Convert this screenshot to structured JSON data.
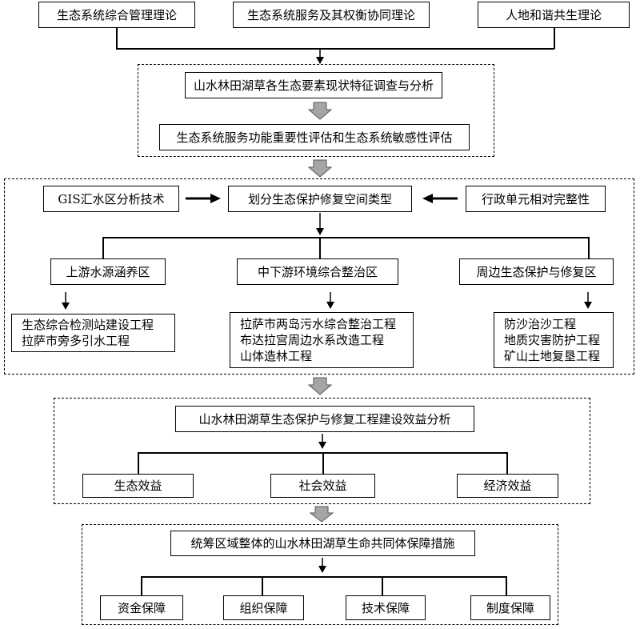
{
  "theories": [
    "生态系统综合管理理论",
    "生态系统服务及其权衡协同理论",
    "人地和谐共生理论"
  ],
  "survey": {
    "step1": "山水林田湖草各生态要素现状特征调查与分析",
    "step2": "生态系统服务功能重要性评估和生态系统敏感性评估"
  },
  "zoning": {
    "left_input": "GIS汇水区分析技术",
    "center": "划分生态保护修复空间类型",
    "right_input": "行政单元相对完整性",
    "zones": [
      "上游水源涵养区",
      "中下游环境综合整治区",
      "周边生态保护与修复区"
    ],
    "projects": [
      [
        "生态综合检测站建设工程",
        "拉萨市旁多引水工程"
      ],
      [
        "拉萨市两岛污水综合整治工程",
        "布达拉宫周边水系改造工程",
        "山体造林工程"
      ],
      [
        "防沙治沙工程",
        "地质灾害防护工程",
        "矿山土地复垦工程"
      ]
    ]
  },
  "benefit": {
    "title": "山水林田湖草生态保护与修复工程建设效益分析",
    "items": [
      "生态效益",
      "社会效益",
      "经济效益"
    ]
  },
  "measures": {
    "title": "统筹区域整体的山水林田湖草生命共同体保障措施",
    "items": [
      "资金保障",
      "组织保障",
      "技术保障",
      "制度保障"
    ]
  },
  "colors": {
    "block_arrow_fill": "#a6a6a6",
    "line": "#000000"
  }
}
